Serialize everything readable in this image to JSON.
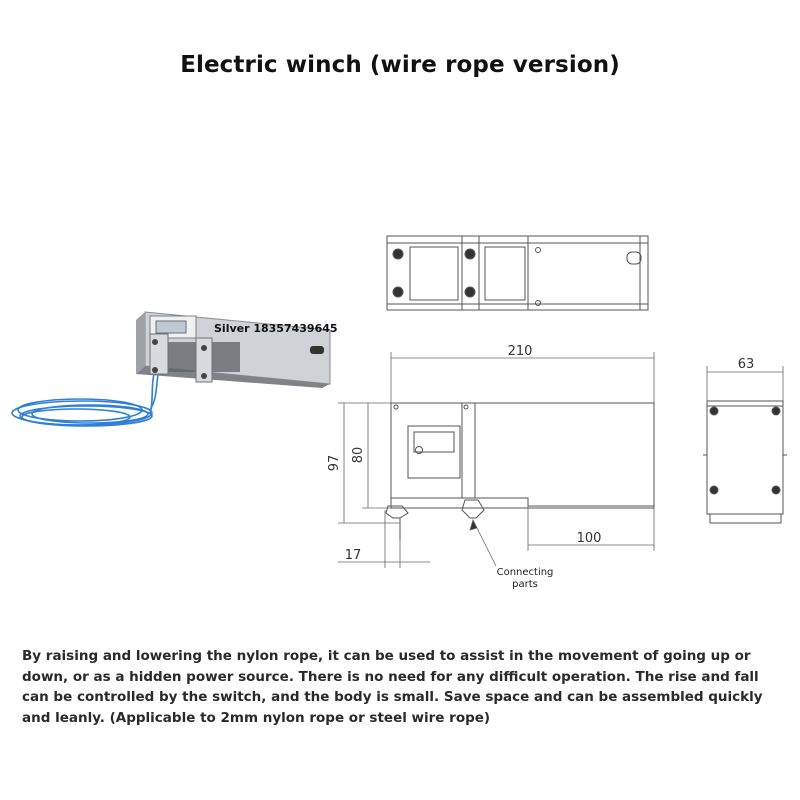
{
  "title": "Electric winch (wire rope version)",
  "photo": {
    "overlay_label": "Silver 18357439645"
  },
  "drawing": {
    "dimensions": {
      "length": "210",
      "width": "63",
      "height_total": "97",
      "height_body": "80",
      "offset": "17",
      "tail_length": "100"
    },
    "callout_line1": "Connecting",
    "callout_line2": "parts"
  },
  "description": "By raising and lowering the nylon rope, it can be used to assist in the movement of going up or down, or as a hidden power source. There is no need for any difficult operation. The rise and fall can be controlled by the switch, and the body is small. Save space and can be assembled quickly and leanly. (Applicable to 2mm nylon rope or steel wire rope)"
}
